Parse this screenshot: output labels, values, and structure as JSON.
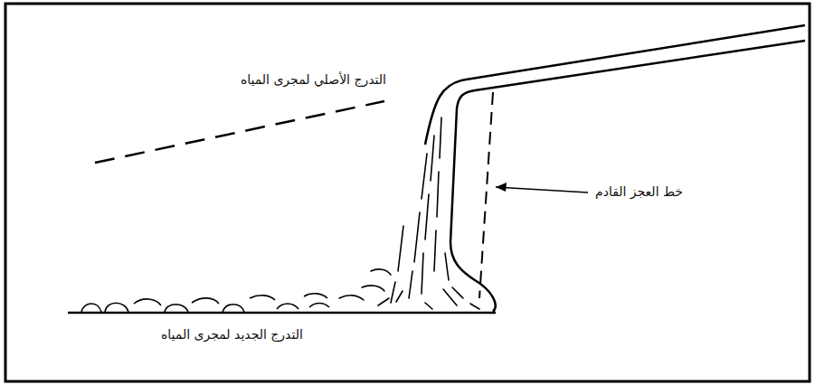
{
  "diagram": {
    "labels": [
      "التدرج الأصلي لمجرى المياه",
      "خط العجز القادم",
      "التدرج الجديد لمجرى المياه"
    ]
  }
}
